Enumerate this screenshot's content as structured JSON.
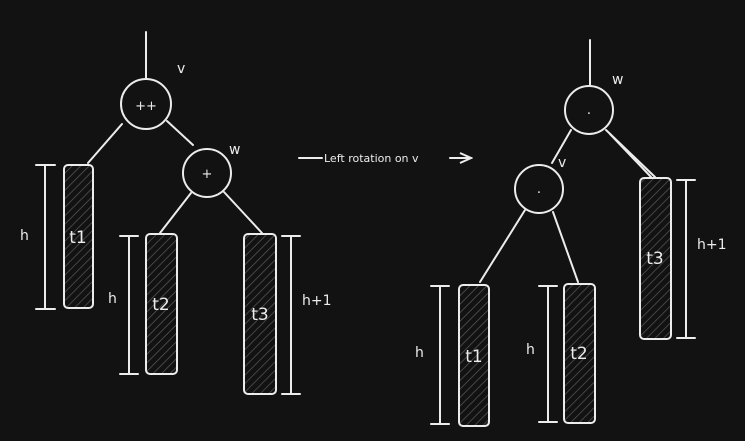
{
  "left_tree": {
    "root": {
      "symbol": "++",
      "label": "v"
    },
    "child": {
      "symbol": "+",
      "label": "w"
    },
    "subtrees": [
      {
        "name": "t1",
        "height": "h"
      },
      {
        "name": "t2",
        "height": "h"
      },
      {
        "name": "t3",
        "height": "h+1"
      }
    ]
  },
  "operation": {
    "label": "Left rotation on v"
  },
  "right_tree": {
    "root": {
      "symbol": ".",
      "label": "w"
    },
    "child": {
      "symbol": ".",
      "label": "v"
    },
    "subtrees": [
      {
        "name": "t1",
        "height": "h"
      },
      {
        "name": "t2",
        "height": "h"
      },
      {
        "name": "t3",
        "height": "h+1"
      }
    ]
  },
  "colors": {
    "background": "#121212",
    "ink": "#ececec"
  }
}
